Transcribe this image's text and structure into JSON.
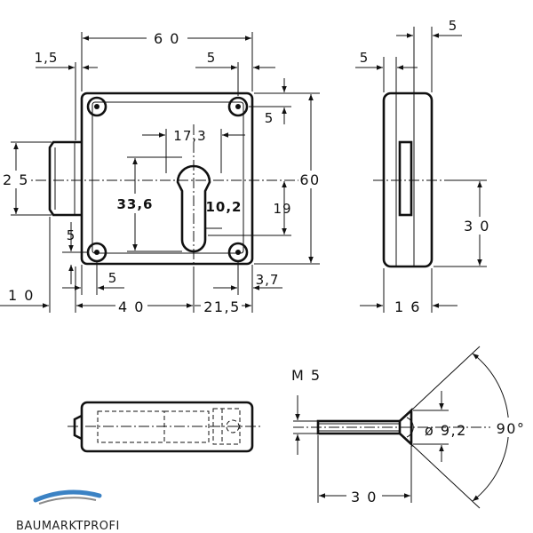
{
  "drawing": {
    "front_view": {
      "width_top": "6 0",
      "offset_left": "1,5",
      "screw_offset_top": "5",
      "screw_offset_right": "5",
      "cylinder_width": "17,3",
      "cylinder_height": "33,6",
      "slot_width": "10,2",
      "height_total": "60",
      "height_lower": "19",
      "bolt_height": "2 5",
      "left_offset_vertical": "5",
      "bottom_offset": "5",
      "bottom_right_offset": "3,7",
      "left_extra": "1 0",
      "bottom_left": "4 0",
      "bottom_right": "21,5"
    },
    "side_view": {
      "top_right": "5",
      "top_left": "5",
      "height": "3 0",
      "width": "1 6"
    },
    "screw": {
      "thread": "M 5",
      "diameter": "ø 9,2",
      "angle": "90°",
      "length": "3 0"
    }
  },
  "logo": {
    "text": "BAUMARKTPROFI",
    "colors": {
      "blue": "#3b82c4",
      "grey": "#8a8a8a"
    }
  }
}
